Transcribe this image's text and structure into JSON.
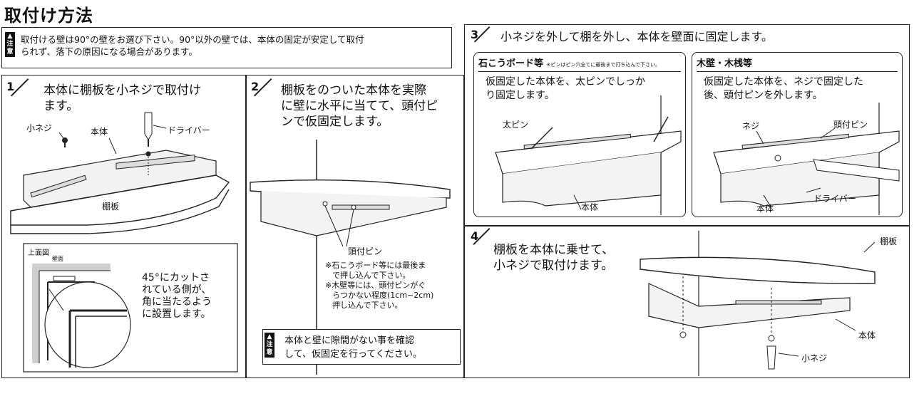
{
  "title": "取付け方法",
  "top_warning": {
    "mark": [
      "注",
      "意"
    ],
    "line1": "取付ける壁は90°の壁をお選び下さい。90°以外の壁では、本体の固定が安定して取付",
    "line2": "られず、落下の原因になる場合があります。"
  },
  "step1": {
    "num": "1",
    "text_line1": "本体に棚板を小ネジで取付け",
    "text_line2": "ます。",
    "label_screw": "小ネジ",
    "label_body": "本体",
    "label_driver": "ドライバー",
    "label_shelf": "棚板",
    "top_view_title": "上面図",
    "wall_label": "壁面",
    "note_line1": "45°にカットさ",
    "note_line2": "れている側が、",
    "note_line3": "角に当たるよう",
    "note_line4": "に設置します。"
  },
  "step2": {
    "num": "2",
    "text_line1": "棚板をのついた本体を実際",
    "text_line2": "に壁に水平に当てて、頭付ピ",
    "text_line3": "ンで仮固定します。",
    "label_pin": "頭付ピン",
    "note1_line1": "※石こうボード等には最後ま",
    "note1_line2": "で押し込んで下さい。",
    "note2_line1": "※木壁等には、頭付ピンがぐ",
    "note2_line2": "らつかない程度(1cm~2cm)",
    "note2_line3": "押し込んで下さい。",
    "warning_line1": "本体と壁に隙間がない事を確認",
    "warning_line2": "して、仮固定を行ってください。"
  },
  "step3": {
    "num": "3",
    "text": "小ネジを外して棚を外し、本体を壁面に固定します。",
    "gypsum": {
      "head": "石こうボード等",
      "head_note": "※ピンはピン穴全てに最後まで打ち込んで下さい。",
      "text_line1": "仮固定した本体を、太ピンでしっか",
      "text_line2": "り固定します。",
      "label_pin": "太ピン",
      "label_body": "本体"
    },
    "wood": {
      "head": "木壁・木桟等",
      "text_line1": "仮固定した本体を、ネジで固定した",
      "text_line2": "後、頭付ピンを外します。",
      "label_screw": "ネジ",
      "label_pin": "頭付ピン",
      "label_driver": "ドライバー",
      "label_body": "本体"
    }
  },
  "step4": {
    "num": "4",
    "text_line1": "棚板を本体に乗せて、",
    "text_line2": "小ネジで取付けます。",
    "label_shelf": "棚板",
    "label_body": "本体",
    "label_screw": "小ネジ"
  }
}
